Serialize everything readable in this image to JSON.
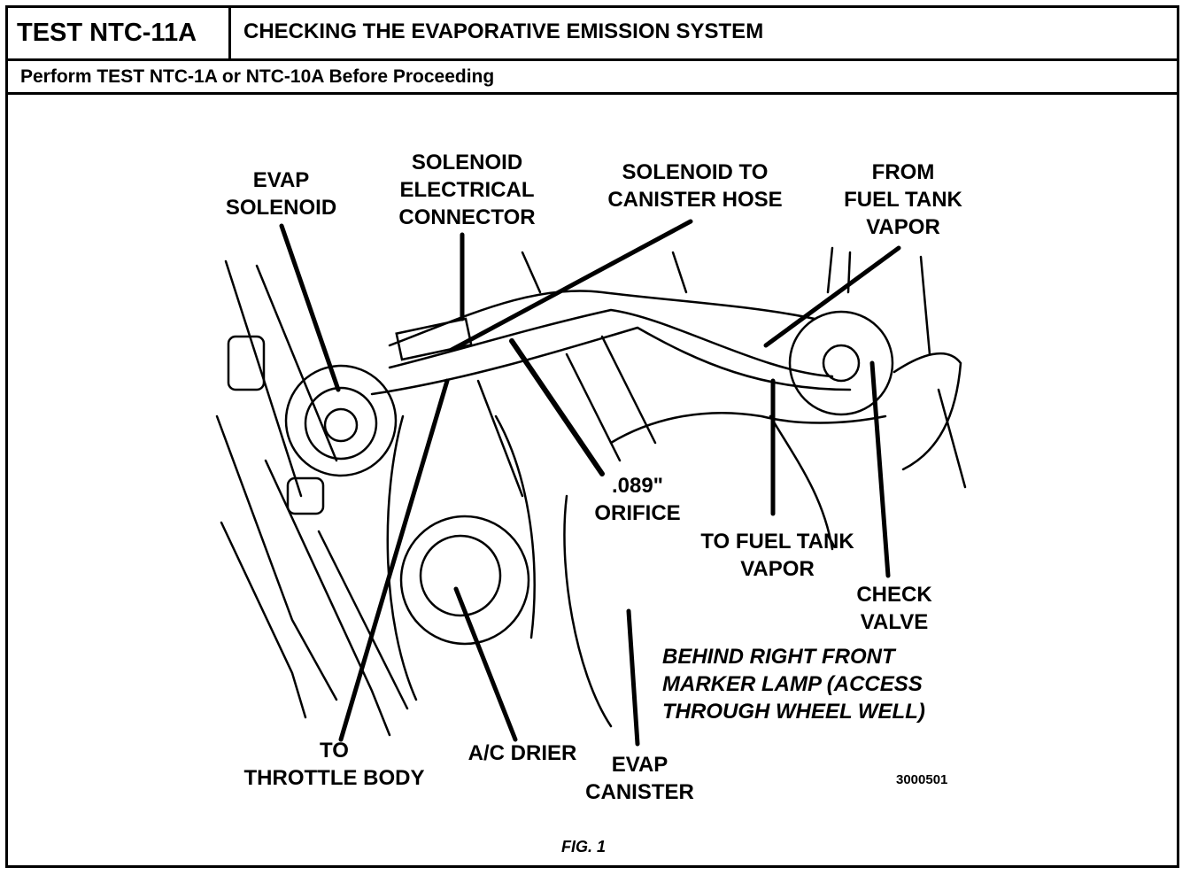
{
  "header": {
    "test_id": "TEST NTC-11A",
    "title": "CHECKING THE EVAPORATIVE EMISSION SYSTEM",
    "instruction": "Perform TEST NTC-1A or NTC-10A Before Proceeding"
  },
  "labels": {
    "evap_solenoid": "EVAP\nSOLENOID",
    "solenoid_connector": "SOLENOID\nELECTRICAL\nCONNECTOR",
    "solenoid_hose": "SOLENOID TO\nCANISTER HOSE",
    "from_fuel_tank": "FROM\nFUEL TANK\nVAPOR",
    "orifice": ".089\"\nORIFICE",
    "to_fuel_tank": "TO FUEL TANK\nVAPOR",
    "check_valve": "CHECK\nVALVE",
    "to_throttle": "TO\nTHROTTLE BODY",
    "ac_drier": "A/C DRIER",
    "evap_canister": "EVAP\nCANISTER",
    "location_note": "BEHIND RIGHT FRONT\nMARKER LAMP (ACCESS\nTHROUGH WHEEL WELL)"
  },
  "part_number": "3000501",
  "figure_caption": "FIG. 1"
}
